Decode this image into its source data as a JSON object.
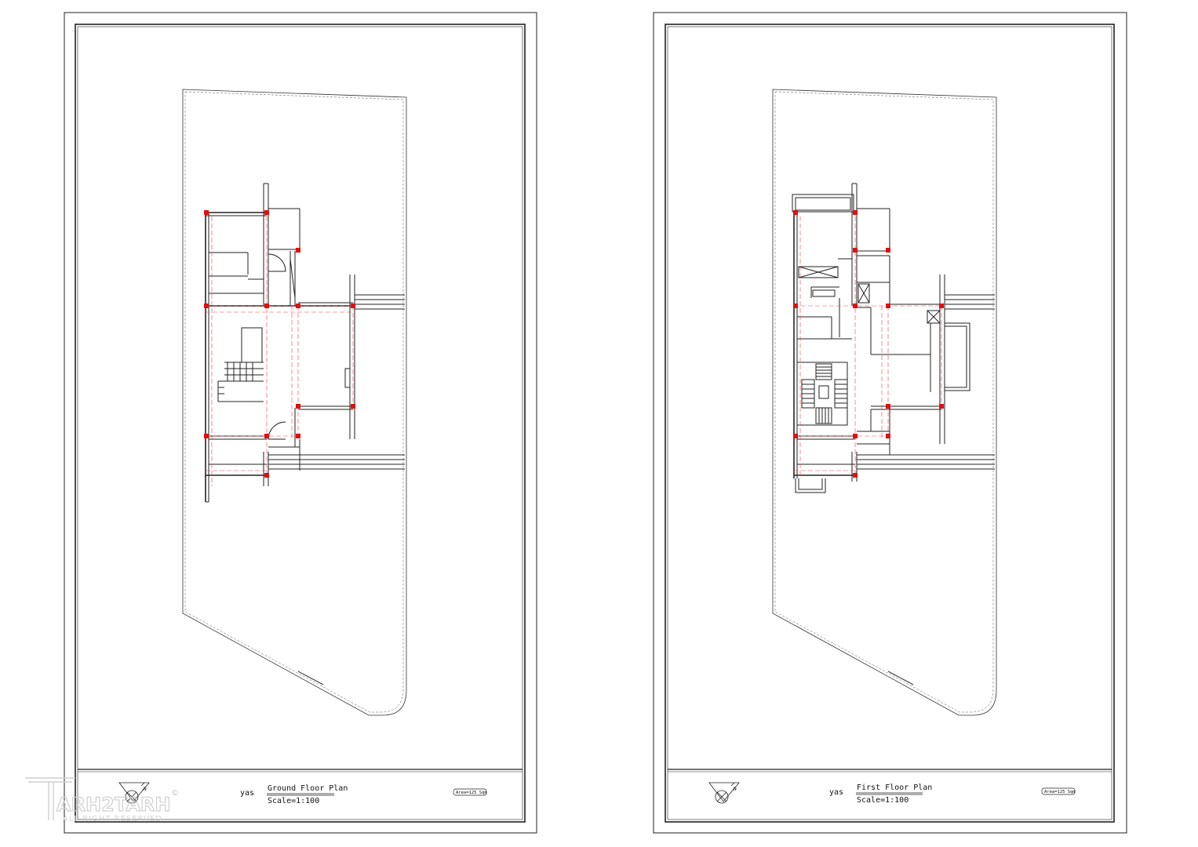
{
  "sheets": [
    {
      "id": "ground",
      "owner": "yas",
      "title": "Ground Floor Plan",
      "scale": "Scale=1:100",
      "area": "Area=125 Sqm"
    },
    {
      "id": "first",
      "owner": "yas",
      "title": "First Floor Plan",
      "scale": "Scale=1:100",
      "area": "Area=125 Sqm"
    }
  ],
  "logo": {
    "name": "ARH2TARH",
    "tagline": "ALL RIGHT RESERVED",
    "mark": "©"
  },
  "colors": {
    "line": "#222222",
    "column": "#e01010",
    "axis": "#ee4444",
    "logo": "#cfcfcf"
  }
}
